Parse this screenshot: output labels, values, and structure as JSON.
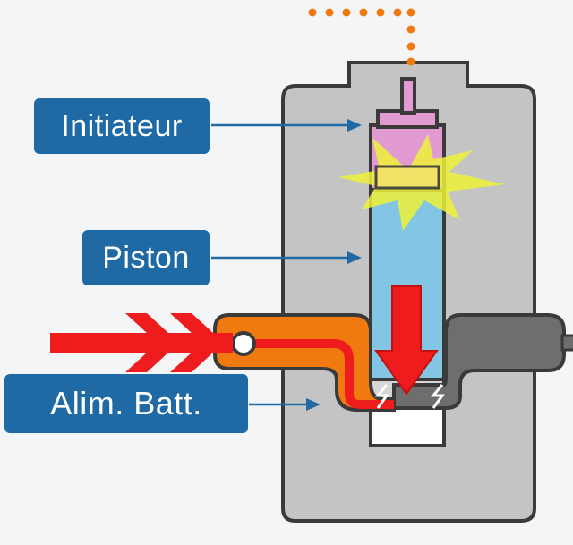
{
  "labels": {
    "initiateur": "Initiateur",
    "piston": "Piston",
    "alimentation": "Alim. Batt."
  },
  "colors": {
    "label_bg": "#1f6aa5",
    "label_text": "#ffffff",
    "housing": "#c4c4c4",
    "outline": "#3a3a3a",
    "piston": "#82c6e4",
    "initiator": "#e29bd2",
    "flash": "#eef238",
    "force_arrow": "#ee1c1c",
    "input_bar": "#f07a10",
    "input_arrow": "#ee1c1c",
    "output_bar": "#6e6e6e",
    "signal_dots": "#f07a10"
  }
}
